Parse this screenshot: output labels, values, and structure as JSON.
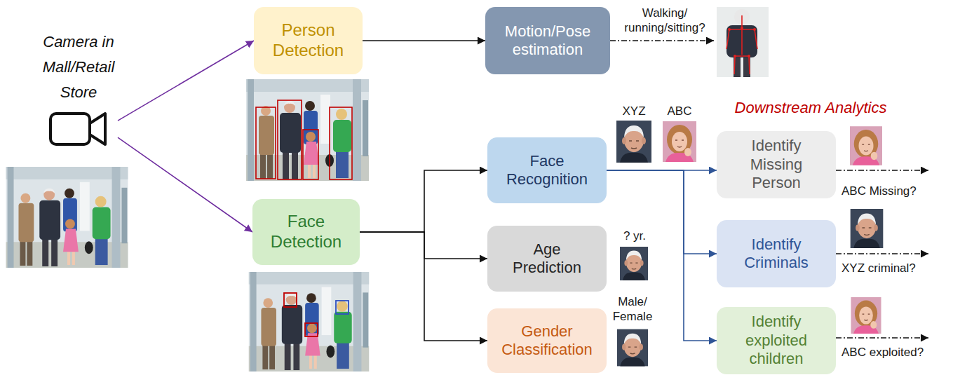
{
  "diagram": {
    "nodes": [
      {
        "text": [
          "Camera in Mall/Retail Store"
        ]
      },
      {
        "text": [
          "Person Detection"
        ]
      },
      {
        "text": [
          "Face Detection"
        ]
      },
      {
        "text": [
          "Motion/Pose estimation"
        ]
      },
      {
        "text": [
          "Face Recognition"
        ]
      },
      {
        "text": [
          "Age Prediction"
        ]
      },
      {
        "text": [
          "Gender Classification"
        ]
      },
      {
        "text": [
          "Identify Missing Person"
        ]
      },
      {
        "text": [
          "Identify Criminals"
        ]
      },
      {
        "text": [
          "Identify exploited children"
        ]
      }
    ],
    "edges": [
      {
        "from": 0,
        "to": 1,
        "arrow": "to"
      },
      {
        "from": 0,
        "to": 2,
        "arrow": "to"
      },
      {
        "from": 1,
        "to": 3,
        "arrow": "to"
      },
      {
        "from": 2,
        "to": 4,
        "arrow": "to"
      },
      {
        "from": 2,
        "to": 5,
        "arrow": "to"
      },
      {
        "from": 2,
        "to": 6,
        "arrow": "to"
      },
      {
        "from": 4,
        "to": 7,
        "arrow": "to"
      },
      {
        "from": 4,
        "to": 8,
        "arrow": "to"
      },
      {
        "from": 4,
        "to": 9,
        "arrow": "to"
      }
    ],
    "labels": [
      "Walking/ running/sitting?",
      "XYZ",
      "ABC",
      "Downstream Analytics",
      "? yr.",
      "Male/ Female",
      "ABC Missing?",
      "XYZ criminal?",
      "ABC exploited?"
    ]
  }
}
